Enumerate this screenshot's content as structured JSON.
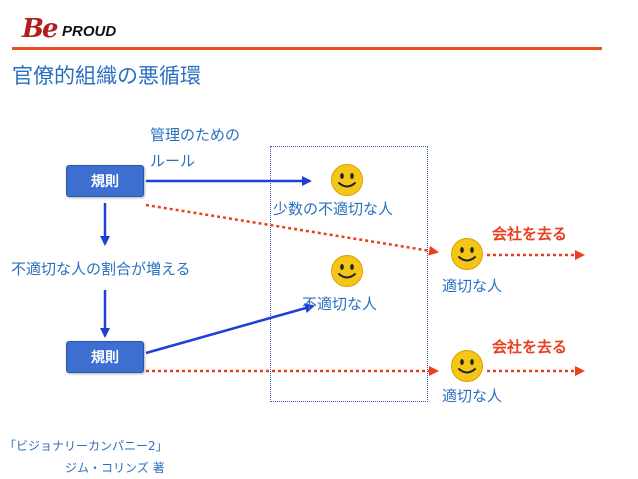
{
  "header": {
    "logo_be": "Be",
    "logo_proud": "PROUD"
  },
  "title": "官僚的組織の悪循環",
  "annotation": {
    "line1": "管理のための",
    "line2": "ルール"
  },
  "rule_box_top": "規則",
  "rule_box_bottom": "規則",
  "middle_label": "不適切な人の割合が増える",
  "groups": {
    "few_inappropriate": "少数の不適切な人",
    "inappropriate": "不適切な人"
  },
  "right": {
    "leave_top": "会社を去る",
    "appropriate_top": "適切な人",
    "leave_bottom": "会社を去る",
    "appropriate_bottom": "適切な人"
  },
  "source": {
    "book": "「ビジョナリーカンパニー2」",
    "author": "ジム・コリンズ 著"
  },
  "colors": {
    "blue": "#1f3fd8",
    "red": "#e8401e",
    "accent": "#e8501e",
    "title": "#2a6fc0"
  }
}
